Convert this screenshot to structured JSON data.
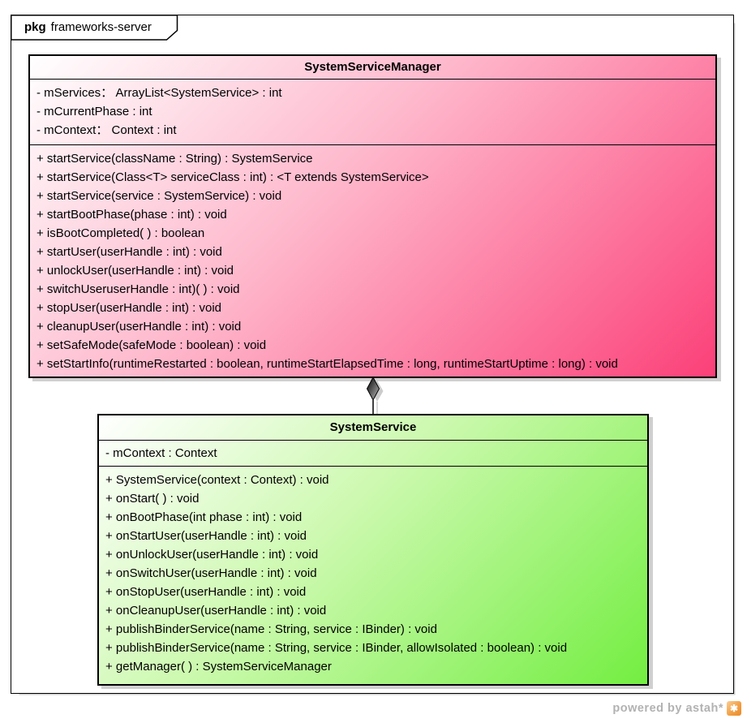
{
  "frame": {
    "keyword": "pkg",
    "name": "frameworks-server"
  },
  "classes": [
    {
      "title": "SystemServiceManager",
      "attributes": [
        "- mServices： ArrayList<SystemService> : int",
        "- mCurrentPhase : int",
        "- mContext： Context : int"
      ],
      "methods": [
        "+ startService(className : String) : SystemService",
        "+ startService(Class<T> serviceClass : int) : <T extends SystemService>",
        "+ startService(service : SystemService) : void",
        "+ startBootPhase(phase : int) : void",
        "+ isBootCompleted( ) : boolean",
        "+ startUser(userHandle : int) : void",
        "+ unlockUser(userHandle : int) : void",
        "+ switchUseruserHandle : int)( ) : void",
        "+ stopUser(userHandle : int) : void",
        "+ cleanupUser(userHandle : int) : void",
        "+ setSafeMode(safeMode : boolean) : void",
        "+ setStartInfo(runtimeRestarted : boolean, runtimeStartElapsedTime : long, runtimeStartUptime : long) : void"
      ]
    },
    {
      "title": "SystemService",
      "attributes": [
        "- mContext : Context"
      ],
      "methods": [
        "+ SystemService(context : Context) : void",
        "+ onStart( ) : void",
        "+ onBootPhase(int phase : int) : void",
        "+ onStartUser(userHandle : int) : void",
        "+ onUnlockUser(userHandle : int) : void",
        "+ onSwitchUser(userHandle : int) : void",
        "+ onStopUser(userHandle : int) : void",
        "+ onCleanupUser(userHandle : int) : void",
        "+ publishBinderService(name : String, service : IBinder) : void",
        "+ publishBinderService(name : String, service : IBinder, allowIsolated : boolean) : void",
        "+ getManager( ) : SystemServiceManager"
      ]
    }
  ],
  "relationship": {
    "type": "composition",
    "diamond_end": "SystemServiceManager",
    "other_end": "SystemService"
  },
  "watermark": {
    "text": "powered by astah*",
    "logo_glyph": "✱"
  },
  "colors": {
    "manager_fill": "#fb4078",
    "service_fill": "#73ee41",
    "shadow_gray": "#d0d0d0",
    "watermark_gray": "#b2b2b2",
    "logo_orange": "#f2a044"
  }
}
